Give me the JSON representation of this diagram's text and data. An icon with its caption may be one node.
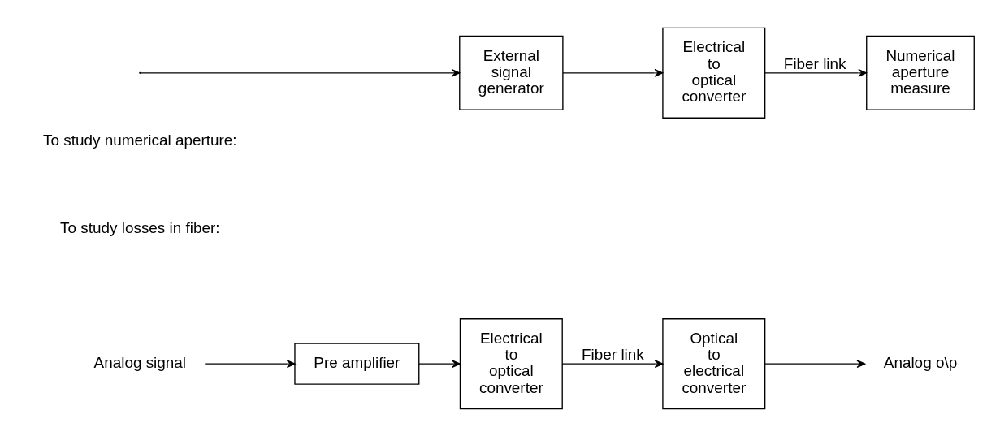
{
  "diagram": {
    "nodes": [
      {
        "text": [
          "Analog signal"
        ]
      },
      {
        "text": [
          "Pre amplifier"
        ]
      },
      {
        "text": [
          "Electrical to optical converter"
        ]
      },
      {
        "text": [
          "Optical to electrical converter"
        ]
      },
      {
        "text": [
          "Analog o\\p"
        ]
      },
      {
        "text": [
          "External signal generator"
        ]
      },
      {
        "text": [
          "Electrical to optical converter"
        ]
      },
      {
        "text": [
          "Numerical aperture measure"
        ]
      }
    ],
    "edges": [
      {
        "from": 0,
        "to": 1,
        "arrow": "to"
      },
      {
        "from": 1,
        "to": 2,
        "arrow": "to"
      },
      {
        "from": 2,
        "to": 3,
        "arrow": "to",
        "label": "Fiber link"
      },
      {
        "from": 3,
        "to": 4,
        "arrow": "to"
      },
      {
        "from": null,
        "to": 5,
        "arrow": "to"
      },
      {
        "from": 5,
        "to": 6,
        "arrow": "to"
      },
      {
        "from": 6,
        "to": 7,
        "arrow": "to",
        "label": "Fiber link"
      }
    ],
    "labels": [
      "To study losses in fiber:",
      "To study numerical aperture:"
    ]
  }
}
